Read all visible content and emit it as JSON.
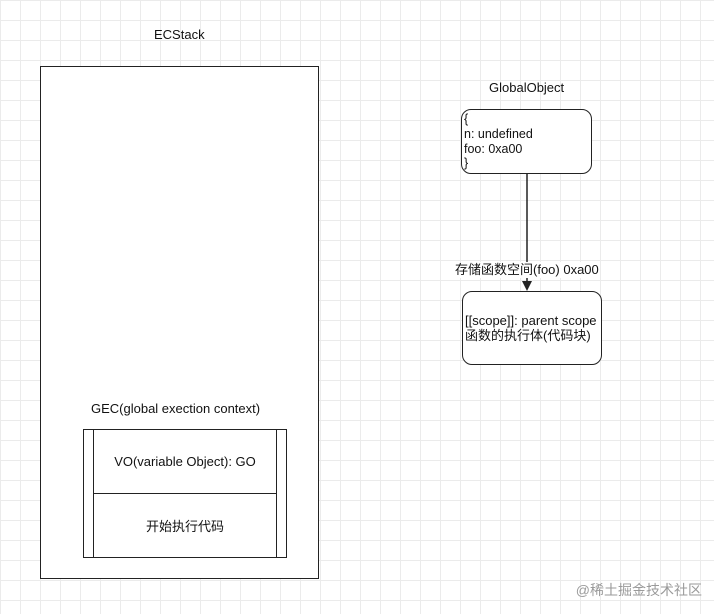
{
  "ecstack": {
    "title": "ECStack",
    "gec_title": "GEC(global exection context)",
    "vo_text": "VO(variable Object): GO",
    "exec_text": "开始执行代码"
  },
  "global_object": {
    "title": "GlobalObject",
    "lines": [
      "{",
      "n: undefined",
      "foo: 0xa00",
      "}"
    ]
  },
  "function_object": {
    "address_label": "存储函数空间(foo) 0xa00",
    "lines": [
      "[[scope]]: parent scope",
      "函数的执行体(代码块)"
    ]
  },
  "watermark": "@稀土掘金技术社区",
  "colors": {
    "stroke": "#222222",
    "grid": "#ebebeb",
    "watermark": "#9a9a9a"
  }
}
